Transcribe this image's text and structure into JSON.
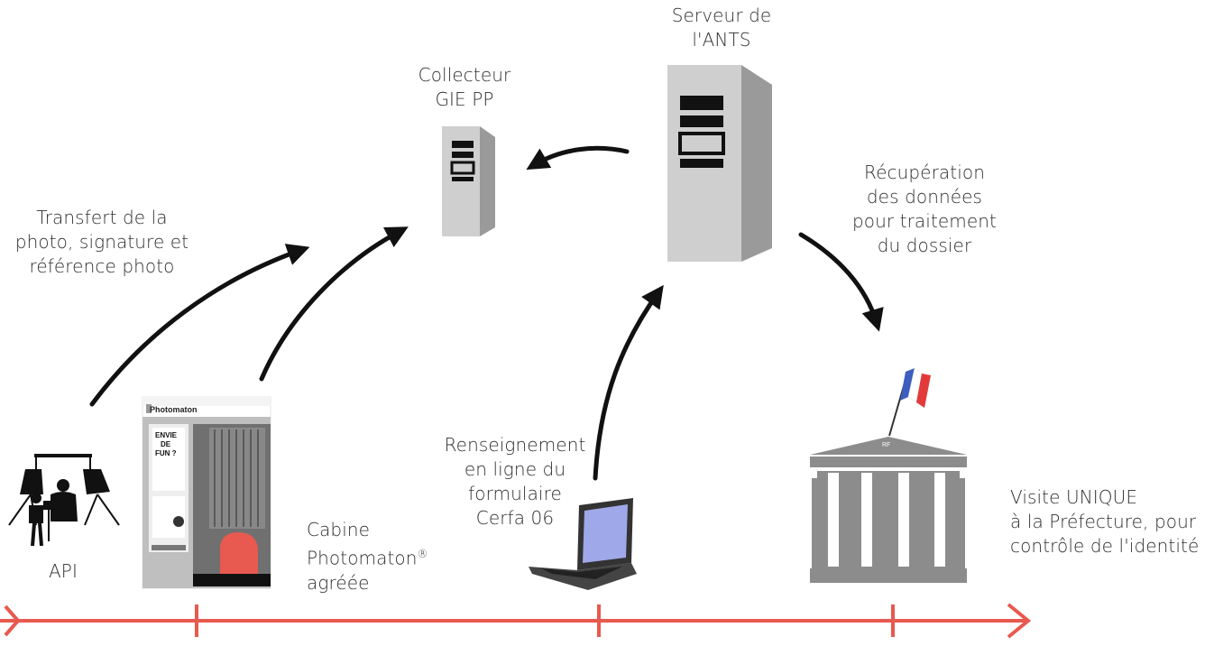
{
  "labels": {
    "ants_server": [
      "Serveur de",
      "l'ANTS"
    ],
    "collector": [
      "Collecteur",
      "GIE PP"
    ],
    "transfer": [
      "Transfert de la",
      "photo, signature et",
      "référence photo"
    ],
    "recovery": [
      "Récupération",
      "des données",
      "pour traitement",
      "du dossier"
    ],
    "online_form": [
      "Renseignement",
      "en ligne du",
      "formulaire",
      "Cerfa 06"
    ],
    "booth": [
      "Cabine",
      "Photomaton",
      "agréée"
    ],
    "booth_mark": "®",
    "visit": [
      "Visite UNIQUE",
      "à la Préfecture, pour",
      "contrôle de l'identité"
    ],
    "api": "API"
  },
  "booth_panel": {
    "brand": "Photomaton",
    "poster_text": [
      "ENVIE",
      "DE",
      "FUN ?"
    ]
  },
  "prefecture": {
    "pediment_text": "RF"
  },
  "colors": {
    "timeline": "#e8594f",
    "server": "#cfcfcf",
    "server_shadow": "#9a9a9a",
    "building": "#8c8c8c",
    "booth_seat": "#e8594f",
    "laptop_screen": "#9fa8e8",
    "flag_blue": "#3d5dbf",
    "flag_red": "#e23a3a"
  },
  "icons": [
    "server-icon",
    "photographer-icon",
    "photo-booth-icon",
    "laptop-icon",
    "prefecture-building-icon",
    "french-flag-icon"
  ]
}
